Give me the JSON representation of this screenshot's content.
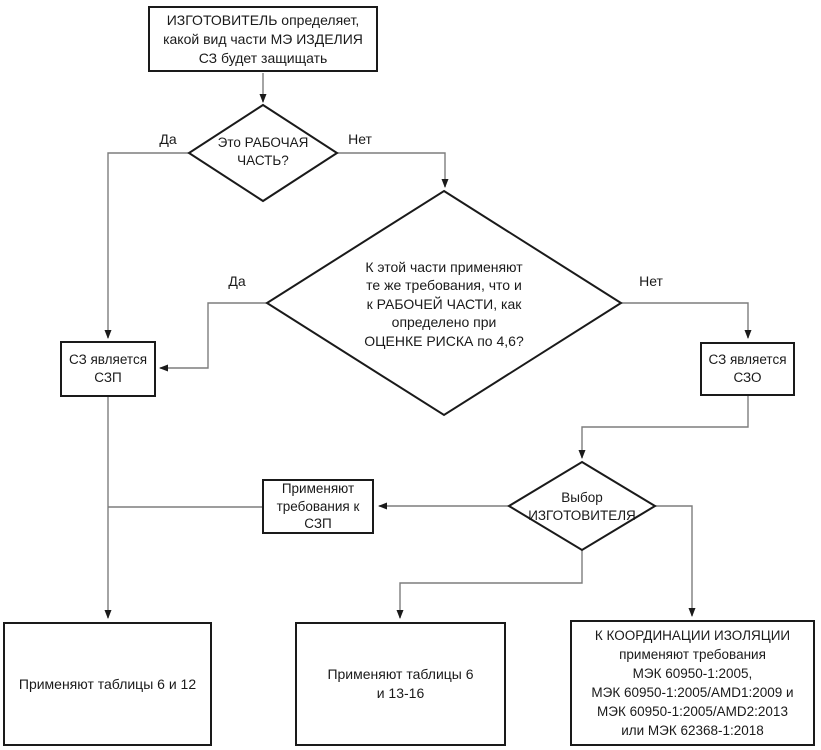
{
  "diagram": {
    "nodes": {
      "start": "ИЗГОТОВИТЕЛЬ определяет,\nкакой вид части МЭ ИЗДЕЛИЯ\nСЗ будет защищать",
      "is_working_part": "Это РАБОЧАЯ\nЧАСТЬ?",
      "same_requirements": "К этой части применяют\nте же требования, что и\nк РАБОЧЕЙ ЧАСТИ, как\nопределено при\nОЦЕНКЕ РИСКА по 4,6?",
      "sz_is_szp": "СЗ является\nСЗП",
      "sz_is_szo": "СЗ является\nСЗО",
      "manufacturer_choice": "Выбор\nИЗГОТОВИТЕЛЯ",
      "apply_szp_requirements": "Применяют\nтребования к\nСЗП",
      "apply_tables_6_12": "Применяют таблицы 6 и 12",
      "apply_tables_6_13_16": "Применяют таблицы 6\nи 13-16",
      "insulation_coordination": "К КООРДИНАЦИИ ИЗОЛЯЦИИ\nприменяют требования\nМЭК 60950-1:2005,\nМЭК 60950-1:2005/AMD1:2009 и\nМЭК 60950-1:2005/AMD2:2013\nили МЭК 62368-1:2018"
    },
    "edge_labels": {
      "working_part_yes": "Да",
      "working_part_no": "Нет",
      "same_req_yes": "Да",
      "same_req_no": "Нет"
    },
    "colors": {
      "shape_border": "#1a1a1a",
      "connector": "#7d7d7d",
      "text": "#1a1a1a",
      "background": "#ffffff"
    }
  }
}
